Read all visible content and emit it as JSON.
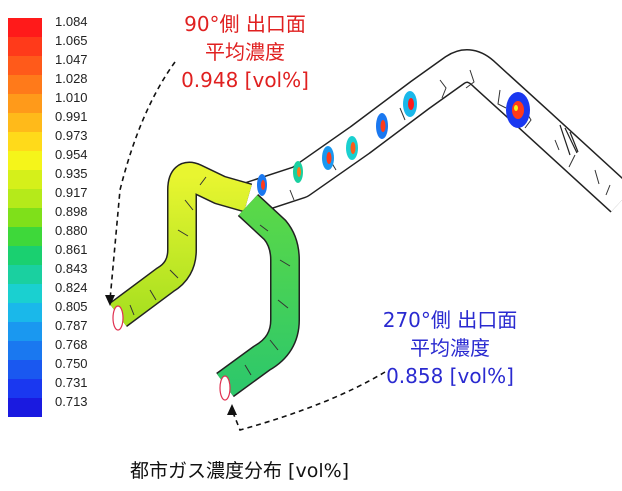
{
  "colorbar": {
    "labels": [
      "1.084",
      "1.065",
      "1.047",
      "1.028",
      "1.010",
      "0.991",
      "0.973",
      "0.954",
      "0.935",
      "0.917",
      "0.898",
      "0.880",
      "0.861",
      "0.843",
      "0.824",
      "0.805",
      "0.787",
      "0.768",
      "0.750",
      "0.731",
      "0.713"
    ],
    "colors": [
      "#ff1a1a",
      "#ff3a1a",
      "#ff5a1a",
      "#ff7a1a",
      "#ff9a1a",
      "#ffba1a",
      "#ffda1a",
      "#f5f51a",
      "#d5f01a",
      "#b5ea1a",
      "#7fe01a",
      "#3ed83a",
      "#1ad070",
      "#1ad0a0",
      "#1ad0d0",
      "#1ab8ea",
      "#1a98f0",
      "#1a78f0",
      "#1a58f0",
      "#1a38f0",
      "#1a1ae0"
    ]
  },
  "callout_90": {
    "line1": "90°側 出口面",
    "line2": "平均濃度",
    "line3": "0.948 [vol%]"
  },
  "callout_270": {
    "line1": "270°側 出口面",
    "line2": "平均濃度",
    "line3": "0.858 [vol%]"
  },
  "caption": "都市ガス濃度分布 [vol%]"
}
